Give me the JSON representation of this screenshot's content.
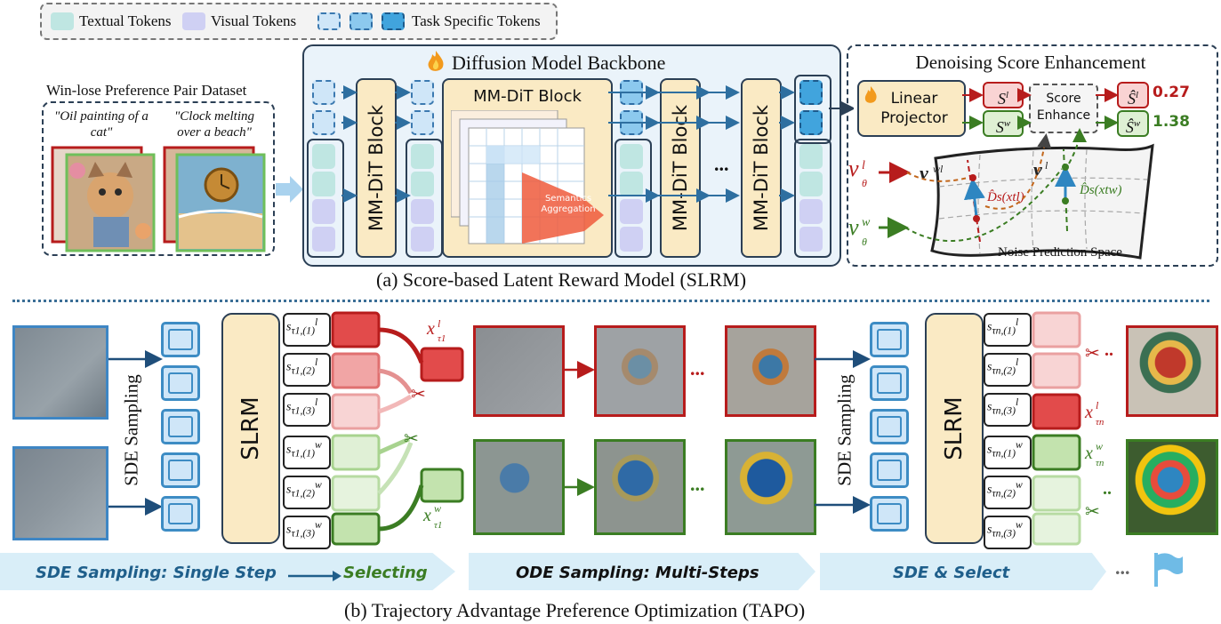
{
  "legend": {
    "textual": "Textual Tokens",
    "visual": "Visual Tokens",
    "task": "Task Specific Tokens"
  },
  "top": {
    "dataset_title": "Win-lose Preference Pair Dataset",
    "prompt1": "\"Oil painting of a cat\"",
    "prompt2": "\"Clock melting over a beach\"",
    "backbone_title": "Diffusion Model Backbone",
    "mmdit_block": "MM-DiT Block",
    "mmdit_inner_title": "MM-DiT Block",
    "semantics": "Semantics Aggregation",
    "ellipsis": "...",
    "dse_title": "Denoising Score Enhancement",
    "linear_projector": "Linear Projector",
    "s_l": "S",
    "s_w": "S",
    "score_enhance": "Score Enhance",
    "score_l_val": "0.27",
    "score_w_val": "1.38",
    "v_theta": "v",
    "d_s": "D",
    "noise_space": "Noise Prediction Space",
    "caption_a": "(a) Score-based Latent Reward Model (SLRM)"
  },
  "bottom": {
    "sde_sampling": "SDE Sampling",
    "slrm": "SLRM",
    "ellipsis": "...",
    "band1_a": "SDE Sampling: Single Step",
    "band1_b": "Selecting",
    "band2": "ODE Sampling: Multi-Steps",
    "band3": "SDE & Select",
    "band_more": "...",
    "caption_b": "(b) Trajectory Advantage Preference Optimization (TAPO)"
  },
  "colors": {
    "lose": "#b71c1c",
    "win": "#3b7d23",
    "blue": "#3d8cc4",
    "dark": "#1f3650"
  }
}
